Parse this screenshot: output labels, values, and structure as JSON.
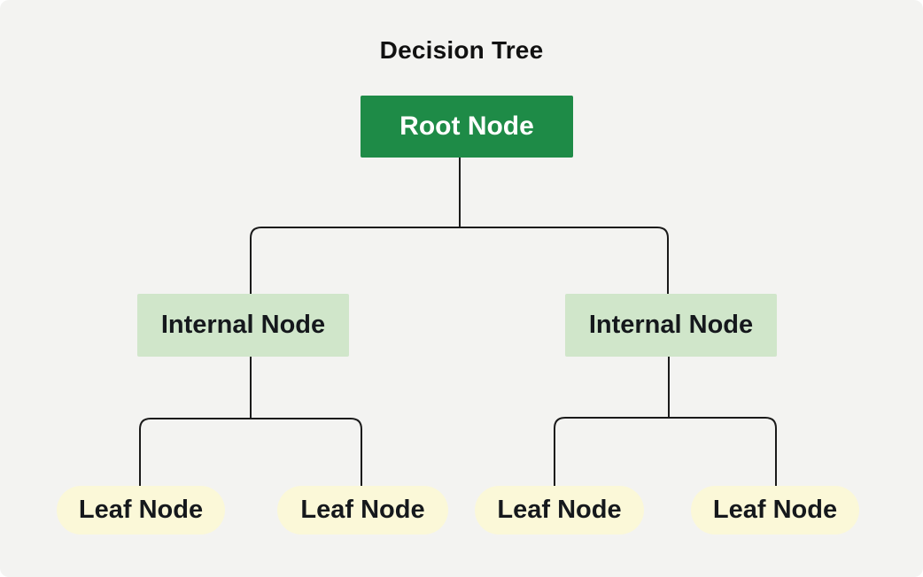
{
  "title": "Decision Tree",
  "colors": {
    "background": "#f3f3f1",
    "root_fill": "#1e8b47",
    "root_text": "#ffffff",
    "internal_fill": "#d0e6ca",
    "leaf_fill": "#fbf8d8",
    "node_text": "#15181c",
    "line": "#1a1a1a"
  },
  "tree": {
    "root": {
      "label": "Root Node"
    },
    "internals": [
      {
        "label": "Internal Node"
      },
      {
        "label": "Internal Node"
      }
    ],
    "leaves": [
      {
        "label": "Leaf Node"
      },
      {
        "label": "Leaf Node"
      },
      {
        "label": "Leaf Node"
      },
      {
        "label": "Leaf Node"
      }
    ]
  }
}
